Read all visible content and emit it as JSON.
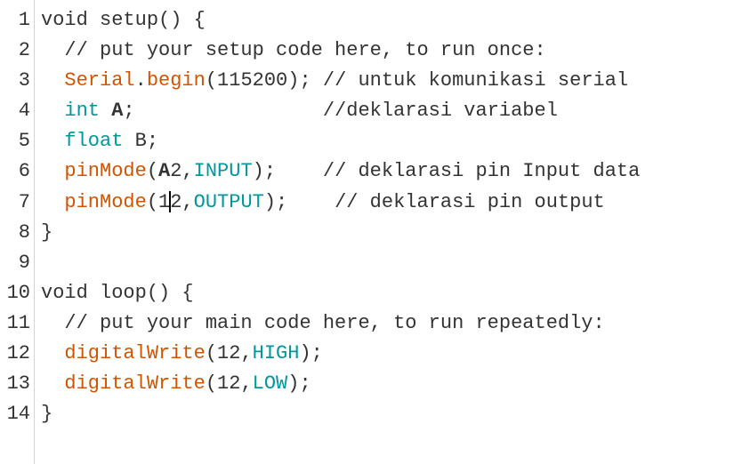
{
  "editor": {
    "lines": [
      {
        "num": "1",
        "parts": [
          {
            "t": "void setup() {",
            "c": ""
          }
        ]
      },
      {
        "num": "2",
        "parts": [
          {
            "t": "  // put your setup code here, to run once:",
            "c": ""
          }
        ]
      },
      {
        "num": "3",
        "parts": [
          {
            "t": "  ",
            "c": ""
          },
          {
            "t": "Serial",
            "c": "fn"
          },
          {
            "t": ".",
            "c": ""
          },
          {
            "t": "begin",
            "c": "fn"
          },
          {
            "t": "(115200); // untuk komunikasi serial",
            "c": ""
          }
        ]
      },
      {
        "num": "4",
        "parts": [
          {
            "t": "  ",
            "c": ""
          },
          {
            "t": "int",
            "c": "ty"
          },
          {
            "t": " ",
            "c": ""
          },
          {
            "t": "A",
            "c": "bold"
          },
          {
            "t": ";                //deklarasi variabel",
            "c": ""
          }
        ]
      },
      {
        "num": "5",
        "parts": [
          {
            "t": "  ",
            "c": ""
          },
          {
            "t": "float",
            "c": "ty"
          },
          {
            "t": " B;",
            "c": ""
          }
        ]
      },
      {
        "num": "6",
        "parts": [
          {
            "t": "  ",
            "c": ""
          },
          {
            "t": "pinMode",
            "c": "fn"
          },
          {
            "t": "(",
            "c": ""
          },
          {
            "t": "A",
            "c": "bold"
          },
          {
            "t": "2,",
            "c": ""
          },
          {
            "t": "INPUT",
            "c": "kw"
          },
          {
            "t": ");    // deklarasi pin Input data",
            "c": ""
          }
        ]
      },
      {
        "num": "7",
        "parts": [
          {
            "t": "  ",
            "c": ""
          },
          {
            "t": "pinMode",
            "c": "fn"
          },
          {
            "t": "(1",
            "c": ""
          },
          {
            "t": "|",
            "c": "caret"
          },
          {
            "t": "2,",
            "c": ""
          },
          {
            "t": "OUTPUT",
            "c": "kw"
          },
          {
            "t": ");    // deklarasi pin output",
            "c": ""
          }
        ]
      },
      {
        "num": "8",
        "parts": [
          {
            "t": "}",
            "c": ""
          }
        ]
      },
      {
        "num": "9",
        "parts": [
          {
            "t": "",
            "c": ""
          }
        ]
      },
      {
        "num": "10",
        "parts": [
          {
            "t": "void loop() {",
            "c": ""
          }
        ]
      },
      {
        "num": "11",
        "parts": [
          {
            "t": "  // put your main code here, to run repeatedly:",
            "c": ""
          }
        ]
      },
      {
        "num": "12",
        "parts": [
          {
            "t": "  ",
            "c": ""
          },
          {
            "t": "digitalWrite",
            "c": "fn"
          },
          {
            "t": "(12,",
            "c": ""
          },
          {
            "t": "HIGH",
            "c": "kw"
          },
          {
            "t": ");",
            "c": ""
          }
        ]
      },
      {
        "num": "13",
        "parts": [
          {
            "t": "  ",
            "c": ""
          },
          {
            "t": "digitalWrite",
            "c": "fn"
          },
          {
            "t": "(12,",
            "c": ""
          },
          {
            "t": "LOW",
            "c": "kw"
          },
          {
            "t": ");",
            "c": ""
          }
        ]
      },
      {
        "num": "14",
        "parts": [
          {
            "t": "}",
            "c": ""
          }
        ]
      }
    ]
  },
  "colors": {
    "function": "#d35400",
    "keyword": "#00979d",
    "text": "#333333",
    "gutter_border": "#d4d4d4"
  }
}
